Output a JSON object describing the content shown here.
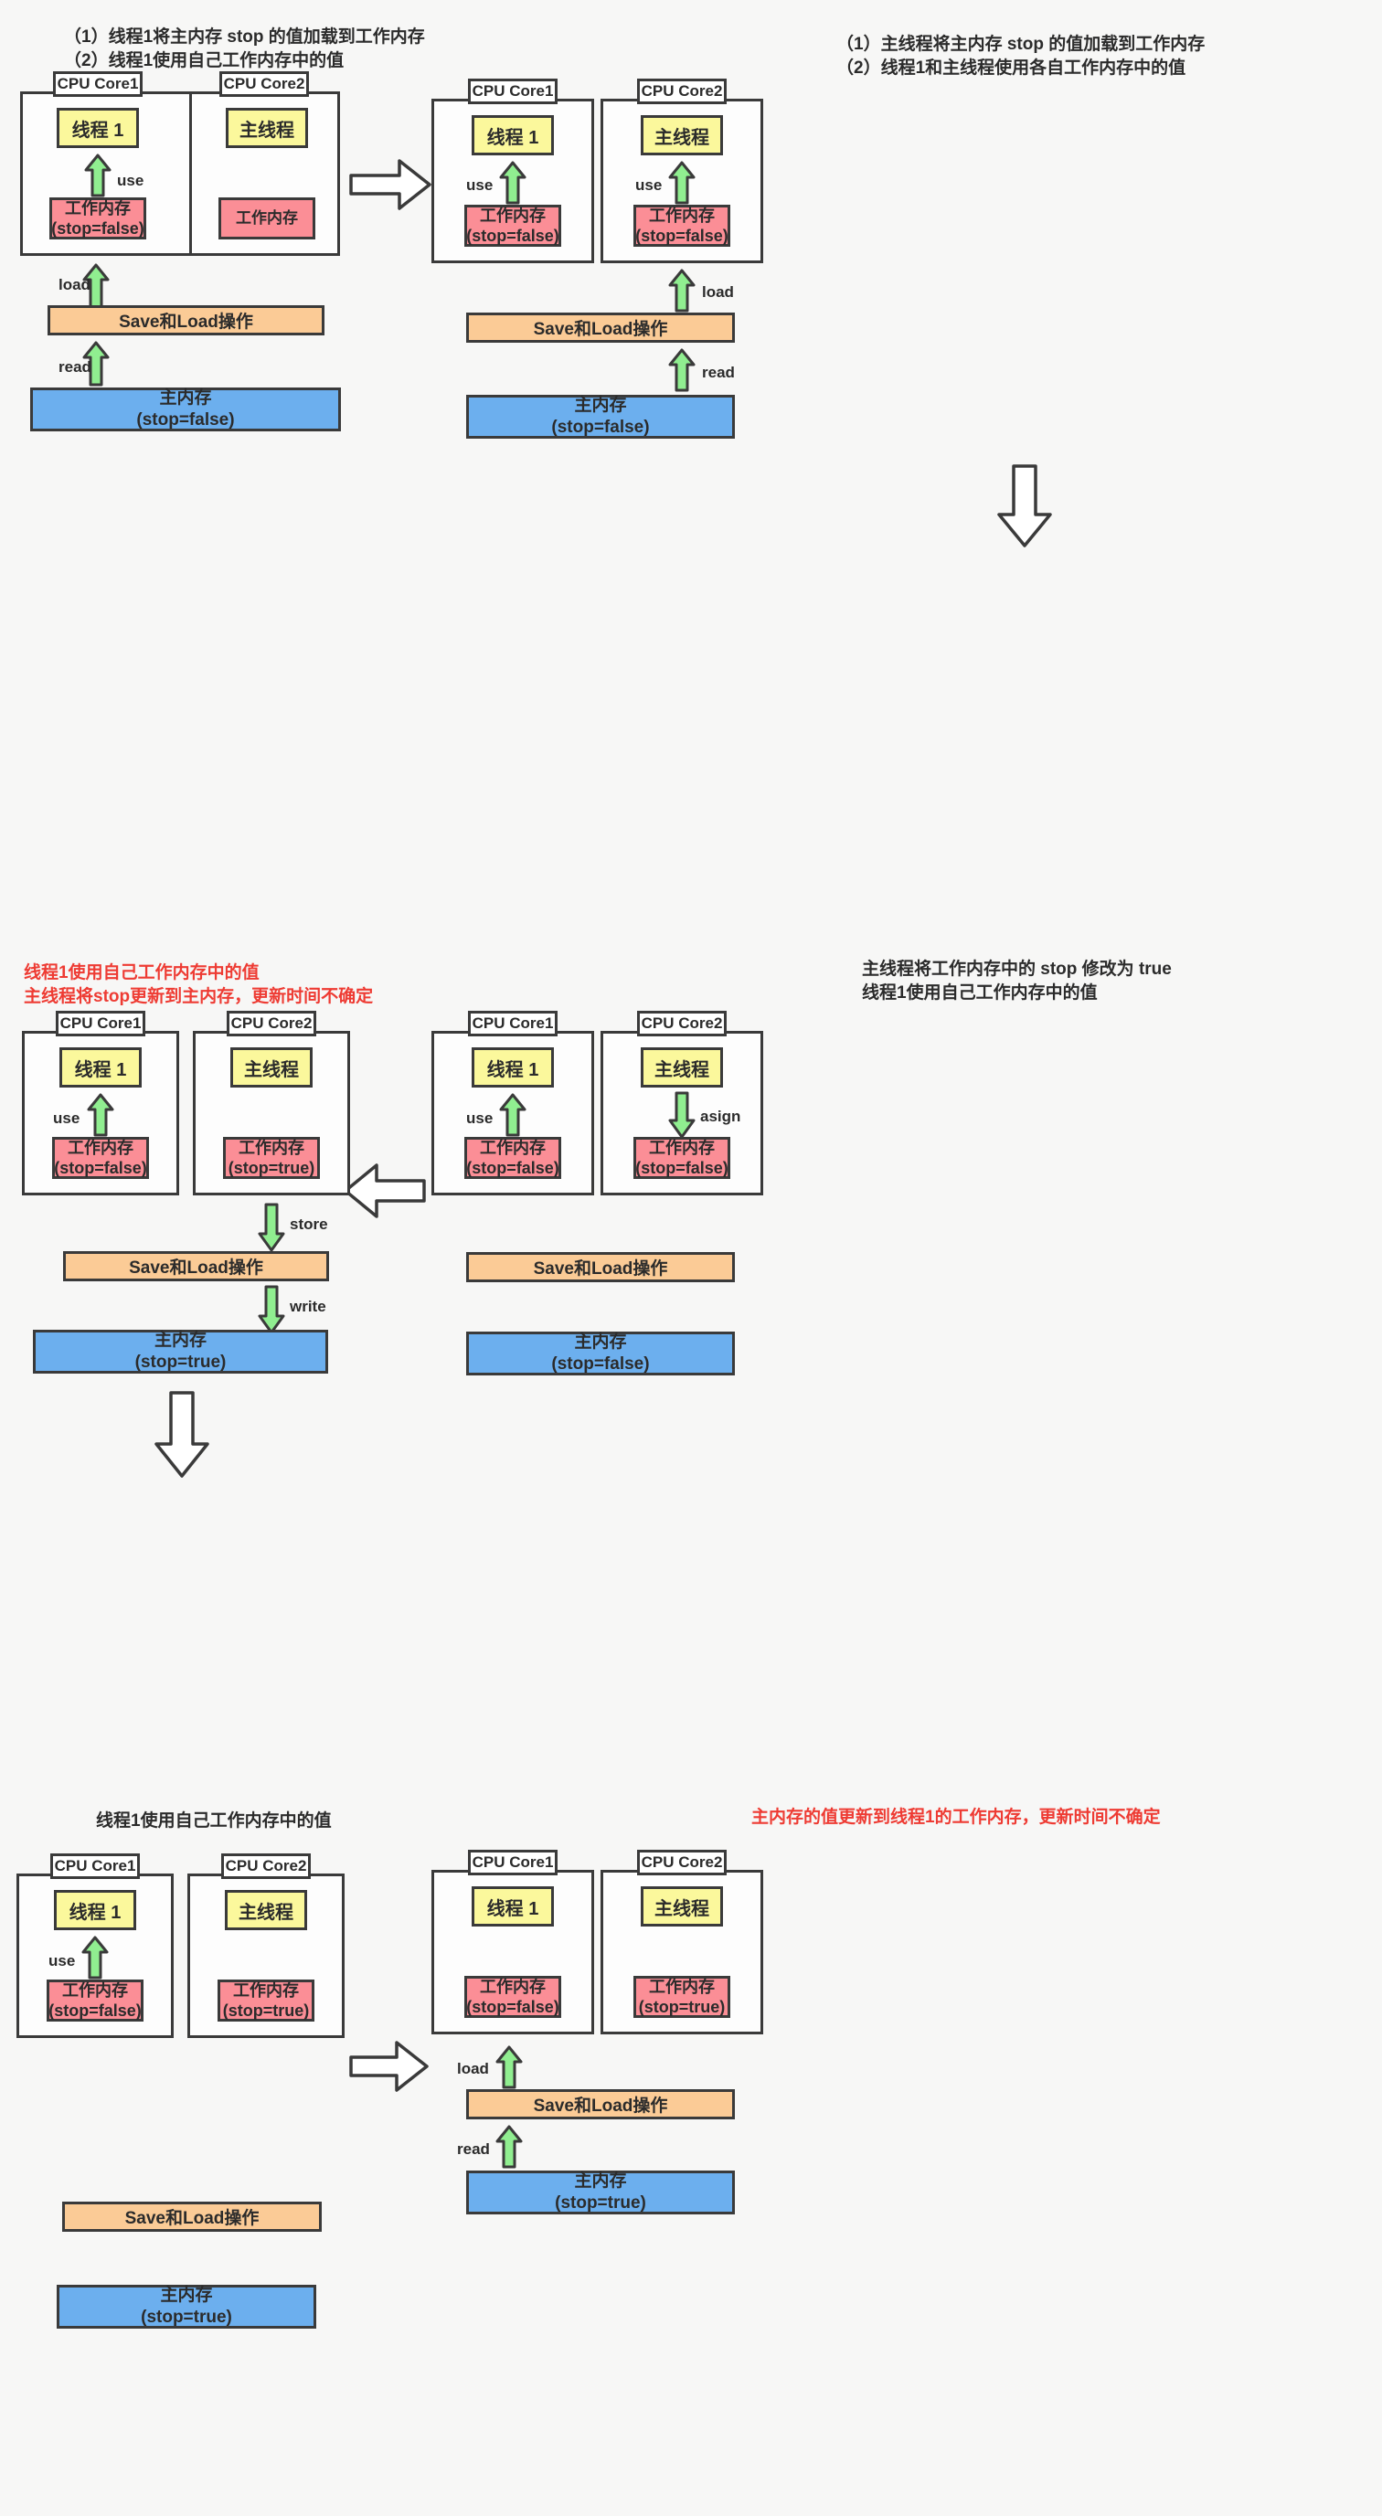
{
  "colors": {
    "background": "#f7f7f6",
    "stroke": "#3a3a3a",
    "thread_fill": "#fbf89c",
    "working_memory_fill": "#fb8e96",
    "save_load_fill": "#fbcb96",
    "main_memory_fill": "#6cafee",
    "green_arrow_fill": "#90ee90",
    "caption_color": "#2b2b2b",
    "caption_red": "#ee3b33"
  },
  "labels": {
    "core1": "CPU Core1",
    "core2": "CPU Core2",
    "thread1": "线程 1",
    "main_thread": "主线程",
    "working_memory": "工作内存",
    "main_memory": "主内存",
    "save_load": "Save和Load操作",
    "stop_false": "(stop=false)",
    "stop_true": "(stop=true)",
    "use": "use",
    "load": "load",
    "read": "read",
    "store": "store",
    "write": "write",
    "asign": "asign"
  },
  "panels": [
    {
      "id": "panel-1",
      "caption_lines": [
        "（1）线程1将主内存 stop 的值加载到工作内存",
        "（2）线程1使用自己工作内存中的值"
      ],
      "caption_red": false,
      "core1": {
        "thread": "线程 1",
        "working_memory": "工作内存",
        "stop": "(stop=false)",
        "arrow": "use-up"
      },
      "core2": {
        "thread": "主线程",
        "working_memory": "工作内存",
        "stop": "",
        "arrow": "none"
      },
      "save_load": "Save和Load操作",
      "main_memory": "主内存",
      "main_memory_stop": "(stop=false)",
      "bus_arrows": [
        "load",
        "read"
      ],
      "bus_side": "left"
    },
    {
      "id": "panel-2",
      "caption_lines": [
        "（1）主线程将主内存 stop 的值加载到工作内存",
        "（2）线程1和主线程使用各自工作内存中的值"
      ],
      "caption_red": false,
      "core1": {
        "thread": "线程 1",
        "working_memory": "工作内存",
        "stop": "(stop=false)",
        "arrow": "use-up"
      },
      "core2": {
        "thread": "主线程",
        "working_memory": "工作内存",
        "stop": "(stop=false)",
        "arrow": "use-up"
      },
      "save_load": "Save和Load操作",
      "main_memory": "主内存",
      "main_memory_stop": "(stop=false)",
      "bus_arrows": [
        "load",
        "read"
      ],
      "bus_side": "right"
    },
    {
      "id": "panel-3",
      "caption_lines": [
        "主线程将工作内存中的 stop 修改为 true",
        "线程1使用自己工作内存中的值"
      ],
      "caption_red": false,
      "core1": {
        "thread": "线程 1",
        "working_memory": "工作内存",
        "stop": "(stop=false)",
        "arrow": "use-up"
      },
      "core2": {
        "thread": "主线程",
        "working_memory": "工作内存",
        "stop": "(stop=false)",
        "arrow": "asign-down"
      },
      "save_load": "Save和Load操作",
      "main_memory": "主内存",
      "main_memory_stop": "(stop=false)",
      "bus_arrows": [],
      "bus_side": "none"
    },
    {
      "id": "panel-4",
      "caption_lines": [
        "线程1使用自己工作内存中的值",
        "主线程将stop更新到主内存，更新时间不确定"
      ],
      "caption_red": true,
      "core1": {
        "thread": "线程 1",
        "working_memory": "工作内存",
        "stop": "(stop=false)",
        "arrow": "use-up"
      },
      "core2": {
        "thread": "主线程",
        "working_memory": "工作内存",
        "stop": "(stop=true)",
        "arrow": "none"
      },
      "save_load": "Save和Load操作",
      "main_memory": "主内存",
      "main_memory_stop": "(stop=true)",
      "bus_arrows": [
        "store",
        "write"
      ],
      "bus_side": "center-down"
    },
    {
      "id": "panel-5",
      "caption_lines": [
        "线程1使用自己工作内存中的值"
      ],
      "caption_red": false,
      "core1": {
        "thread": "线程 1",
        "working_memory": "工作内存",
        "stop": "(stop=false)",
        "arrow": "use-up"
      },
      "core2": {
        "thread": "主线程",
        "working_memory": "工作内存",
        "stop": "(stop=true)",
        "arrow": "none"
      },
      "save_load": "Save和Load操作",
      "main_memory": "主内存",
      "main_memory_stop": "(stop=true)",
      "bus_arrows": [],
      "bus_side": "none"
    },
    {
      "id": "panel-6",
      "caption_lines": [
        "主内存的值更新到线程1的工作内存，更新时间不确定"
      ],
      "caption_red": true,
      "core1": {
        "thread": "线程 1",
        "working_memory": "工作内存",
        "stop": "(stop=false)",
        "arrow": "none"
      },
      "core2": {
        "thread": "主线程",
        "working_memory": "工作内存",
        "stop": "(stop=true)",
        "arrow": "none"
      },
      "save_load": "Save和Load操作",
      "main_memory": "主内存",
      "main_memory_stop": "(stop=true)",
      "bus_arrows": [
        "load",
        "read"
      ],
      "bus_side": "left-up"
    }
  ],
  "connectors": [
    {
      "name": "p1-to-p2",
      "direction": "right"
    },
    {
      "name": "p2-to-p3",
      "direction": "down"
    },
    {
      "name": "p3-to-p4",
      "direction": "left"
    },
    {
      "name": "p4-to-p5",
      "direction": "down"
    },
    {
      "name": "p5-to-p6",
      "direction": "right"
    }
  ]
}
